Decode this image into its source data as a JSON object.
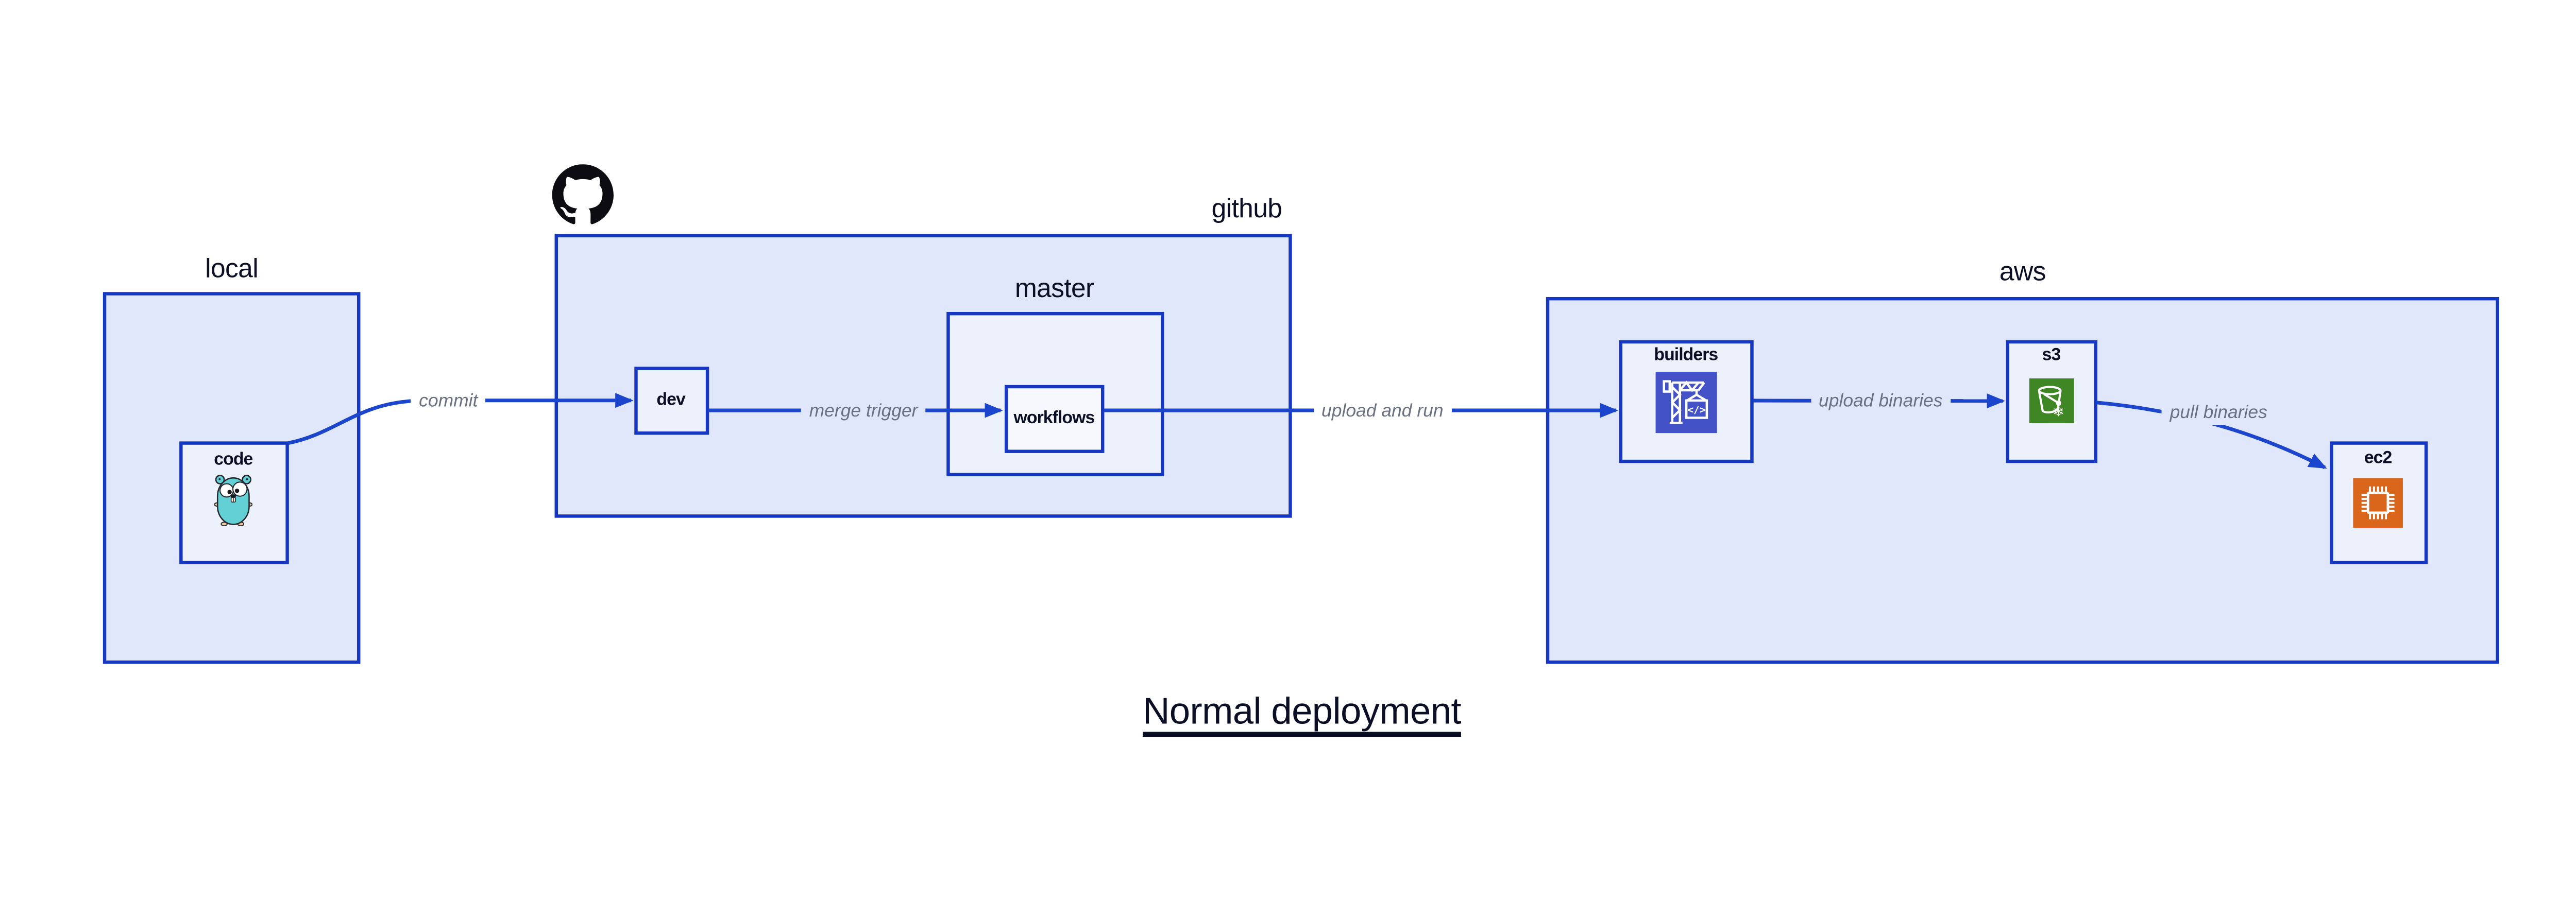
{
  "diagram": {
    "title": "Normal deployment",
    "containers": {
      "local": {
        "label": "local"
      },
      "github": {
        "label": "github",
        "icon": "github-octocat-icon"
      },
      "master": {
        "label": "master"
      },
      "aws": {
        "label": "aws"
      }
    },
    "nodes": {
      "code": {
        "label": "code",
        "icon": "go-gopher-icon",
        "parent": "local"
      },
      "dev": {
        "label": "dev",
        "parent": "github"
      },
      "workflows": {
        "label": "workflows",
        "parent": "master"
      },
      "builders": {
        "label": "builders",
        "icon": "aws-codebuild-icon",
        "parent": "aws"
      },
      "s3": {
        "label": "s3",
        "icon": "aws-s3-glacier-icon",
        "parent": "aws"
      },
      "ec2": {
        "label": "ec2",
        "icon": "aws-ec2-icon",
        "parent": "aws"
      }
    },
    "edges": [
      {
        "label": "commit",
        "from": "code",
        "to": "dev"
      },
      {
        "label": "merge trigger",
        "from": "dev",
        "to": "workflows"
      },
      {
        "label": "upload and run",
        "from": "workflows",
        "to": "builders"
      },
      {
        "label": "upload binaries",
        "from": "builders",
        "to": "s3"
      },
      {
        "label": "pull binaries",
        "from": "s3",
        "to": "ec2"
      }
    ],
    "colors": {
      "border_blue": "#1537C2",
      "arrow_blue": "#1B45CC",
      "container_fill": "#E1E7FA",
      "node_fill": "#EDF1FC",
      "inner_node_fill": "#F6F8FE",
      "label_dark": "#0A0F25",
      "edge_label_gray": "#697080",
      "codebuild_indigo": "#4452C7",
      "s3_glacier_green": "#3F8624",
      "ec2_orange": "#D9661A",
      "gopher_teal": "#63D0D6",
      "octocat_black": "#0C0C12",
      "background": "#FFFFFF"
    }
  }
}
